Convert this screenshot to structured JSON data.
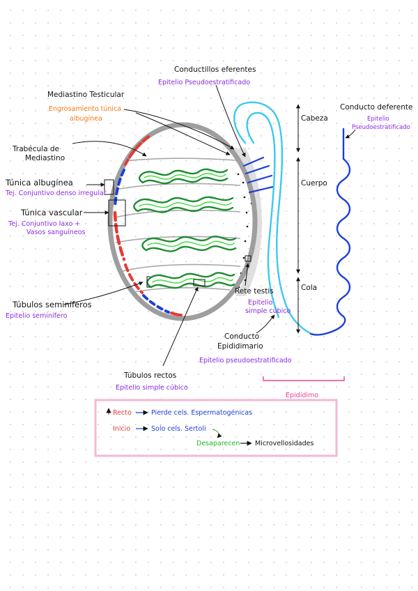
{
  "labels": {
    "conductillos_eferentes": "Conductillos eferentes",
    "conductillos_epitelio": "Epitelio Pseudoestratificado",
    "mediastino_testicular": "Mediastino Testicular",
    "engrosamiento_1": "Engrosamiento túnica",
    "engrosamiento_2": "albugínea",
    "trabecula_1": "Trabécula de",
    "trabecula_2": "Mediastino",
    "tunica_albuginea": "Túnica albugínea",
    "tunica_albuginea_tejido": "Tej. Conjuntivo denso irregular",
    "tunica_vascular": "Túnica vascular",
    "tunica_vascular_tejido_1": "Tej. Conjuntivo laxo +",
    "tunica_vascular_tejido_2": "Vasos sanguíneos",
    "tubulos_seminiferos": "Túbulos seminíferos",
    "tubulos_seminiferos_epitelio": "Epitelio seminífero",
    "rete_testis": "Rete testis",
    "rete_testis_epitelio_1": "Epitelio",
    "rete_testis_epitelio_2": "simple cúbico",
    "conducto_epididimario_1": "Conducto",
    "conducto_epididimario_2": "Epididimario",
    "conducto_epididimario_epitelio": "Epitelio pseudoestratificado",
    "tubulos_rectos": "Túbulos rectos",
    "tubulos_rectos_epitelio": "Epitelio simple cúbico",
    "cabeza": "Cabeza",
    "cuerpo": "Cuerpo",
    "cola": "Cola",
    "conducto_deferente": "Conducto deferente",
    "conducto_deferente_epitelio_1": "Epitelio",
    "conducto_deferente_epitelio_2": "Pseudoestratificado",
    "epididimo": "Epidídimo"
  },
  "legend": {
    "recto": "Recto",
    "recto_text": "Pierde cels. Espermatogénicas",
    "inicio": "Inicio",
    "inicio_text": "Solo cels. Sertoli",
    "desaparecen": "Desaparecen",
    "desaparecen_text": "Microvellosidades"
  },
  "colors": {
    "capsule_gray": "#9e9e9e",
    "tubule_gray": "#a8a8a8",
    "tubule_green_dark": "#1e8c33",
    "tubule_green_light": "#3ddc3a",
    "red": "#e53935",
    "blue": "#1d3fd6",
    "epididymis_cyan": "#3cc8f0",
    "legend_box": "#f4b8d4",
    "purple": "#8a2be2",
    "orange": "#f07a1a"
  }
}
